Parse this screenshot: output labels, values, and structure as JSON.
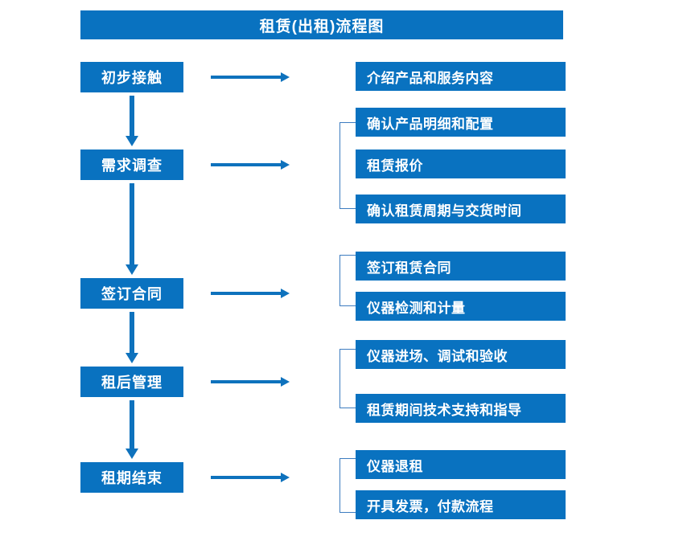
{
  "diagram": {
    "title": "租赁(出租)流程图",
    "accent_color": "#0972c0",
    "arrow_color": "#0e72bd",
    "bracket_color": "#3d7cc0",
    "text_color": "#ffffff",
    "background_color": "#ffffff"
  },
  "stages": [
    {
      "id": "stage-1",
      "label": "初步接触",
      "arrow_icon": "right-arrow-icon",
      "down_arrow_icon": "down-arrow-icon"
    },
    {
      "id": "stage-2",
      "label": "需求调查",
      "arrow_icon": "right-arrow-icon",
      "down_arrow_icon": "down-arrow-icon"
    },
    {
      "id": "stage-3",
      "label": "签订合同",
      "arrow_icon": "right-arrow-icon",
      "down_arrow_icon": "down-arrow-icon"
    },
    {
      "id": "stage-4",
      "label": "租后管理",
      "arrow_icon": "right-arrow-icon",
      "down_arrow_icon": "down-arrow-icon"
    },
    {
      "id": "stage-5",
      "label": "租期结束",
      "arrow_icon": "right-arrow-icon",
      "down_arrow_icon": ""
    }
  ],
  "details": [
    {
      "id": "detail-1",
      "label": "介绍产品和服务内容",
      "group": 1
    },
    {
      "id": "detail-2",
      "label": "确认产品明细和配置",
      "group": 2
    },
    {
      "id": "detail-3",
      "label": "租赁报价",
      "group": 2
    },
    {
      "id": "detail-4",
      "label": "确认租赁周期与交货时间",
      "group": 2
    },
    {
      "id": "detail-5",
      "label": "签订租赁合同",
      "group": 3
    },
    {
      "id": "detail-6",
      "label": "仪器检测和计量",
      "group": 3
    },
    {
      "id": "detail-7",
      "label": "仪器进场、调试和验收",
      "group": 4
    },
    {
      "id": "detail-8",
      "label": "租赁期间技术支持和指导",
      "group": 4
    },
    {
      "id": "detail-9",
      "label": "仪器退租",
      "group": 5
    },
    {
      "id": "detail-10",
      "label": "开具发票，付款流程",
      "group": 5
    }
  ],
  "groups": [
    {
      "id": "group-2",
      "stage": "需求调查",
      "member_count": 3
    },
    {
      "id": "group-3",
      "stage": "签订合同",
      "member_count": 2
    },
    {
      "id": "group-4",
      "stage": "租后管理",
      "member_count": 2
    },
    {
      "id": "group-5",
      "stage": "租期结束",
      "member_count": 2
    }
  ]
}
